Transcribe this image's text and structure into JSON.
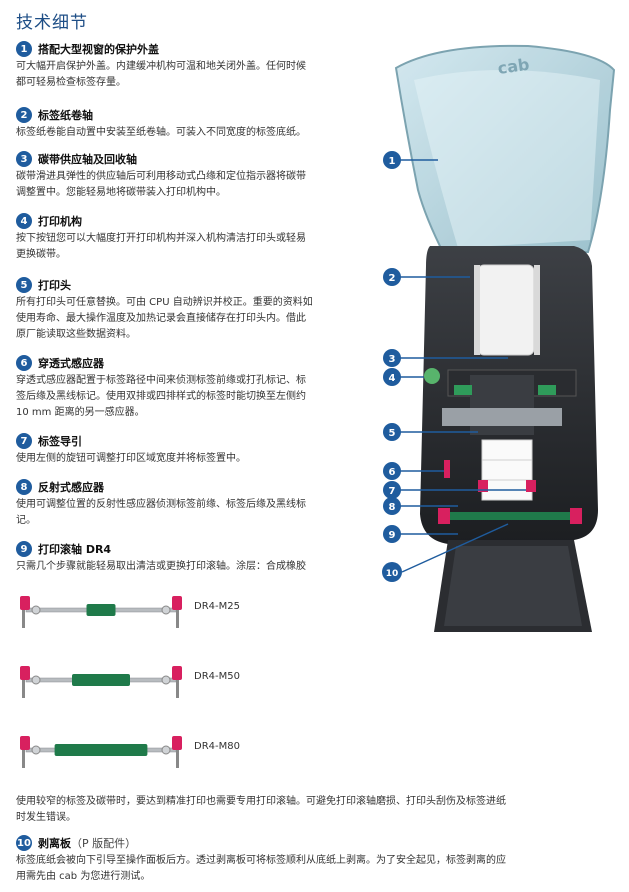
{
  "page_title": "技术细节",
  "features": [
    {
      "num": "1",
      "title": "搭配大型视窗的保护外盖",
      "lines": [
        "可大幅开启保护外盖。内建缓冲机构可温和地关闭外盖。任何时候",
        "都可轻易检查标签存量。"
      ]
    },
    {
      "num": "2",
      "title": "标签纸卷轴",
      "lines": [
        "标签纸卷能自动置中安装至纸卷轴。可装入不同宽度的标签底纸。"
      ]
    },
    {
      "num": "3",
      "title": "碳带供应轴及回收轴",
      "lines": [
        "碳带滑进具弹性的供应轴后可利用移动式凸缘和定位指示器将碳带",
        "调整置中。您能轻易地将碳带装入打印机构中。"
      ]
    },
    {
      "num": "4",
      "title": "打印机构",
      "lines": [
        "按下按钮您可以大幅度打开打印机构并深入机构清洁打印头或轻易",
        "更换碳带。"
      ]
    },
    {
      "num": "5",
      "title": "打印头",
      "lines": [
        "所有打印头可任意替换。可由 CPU 自动辨识并校正。重要的资料如",
        "使用寿命、最大操作温度及加热记录会直接储存在打印头内。借此",
        "原厂能读取这些数据资料。"
      ]
    },
    {
      "num": "6",
      "title": "穿透式感应器",
      "lines": [
        "穿透式感应器配置于标签路径中间来侦测标签前缘或打孔标记、标",
        "签后缘及黑线标记。使用双排或四排样式的标签时能切换至左侧约",
        "10 mm 距离的另一感应器。"
      ]
    },
    {
      "num": "7",
      "title": "标签导引",
      "lines": [
        "使用左侧的旋钮可调整打印区域宽度并将标签置中。"
      ]
    },
    {
      "num": "8",
      "title": "反射式感应器",
      "lines": [
        "使用可调整位置的反射性感应器侦测标签前缘、标签后缘及黑线标",
        "记。"
      ]
    },
    {
      "num": "9",
      "title": "打印滚轴 DR4",
      "lines": [
        "只需几个步骤就能轻易取出清洁或更换打印滚轴。涂层：合成橡胶"
      ]
    }
  ],
  "rollers": [
    {
      "label": "DR4-M25",
      "core_fraction": 0.25
    },
    {
      "label": "DR4-M50",
      "core_fraction": 0.5
    },
    {
      "label": "DR4-M80",
      "core_fraction": 0.8
    }
  ],
  "bottom_text": [
    "使用较窄的标签及碳带时，要达到精准打印也需要专用打印滚轴。可避免打印滚轴磨损、打印头刮伤及标签进纸",
    "时发生错误。"
  ],
  "feature10": {
    "num": "10",
    "title": "剥离板",
    "subtitle": "（P 版配件）",
    "lines": [
      "标签底纸会被向下引导至操作面板后方。透过剥离板可将标签顺利从底纸上剥离。为了安全起见，标签剥离的应",
      "用需先由 cab 为您进行测试。"
    ]
  },
  "illustration": {
    "logo": "cab",
    "callouts": [
      "1",
      "2",
      "3",
      "4",
      "5",
      "6",
      "7",
      "8",
      "9",
      "10"
    ]
  },
  "colors": {
    "title": "#1e4e86",
    "badge": "#1f5c9e",
    "roller_core": "#1f7a4a",
    "roller_end": "#d8205f"
  }
}
